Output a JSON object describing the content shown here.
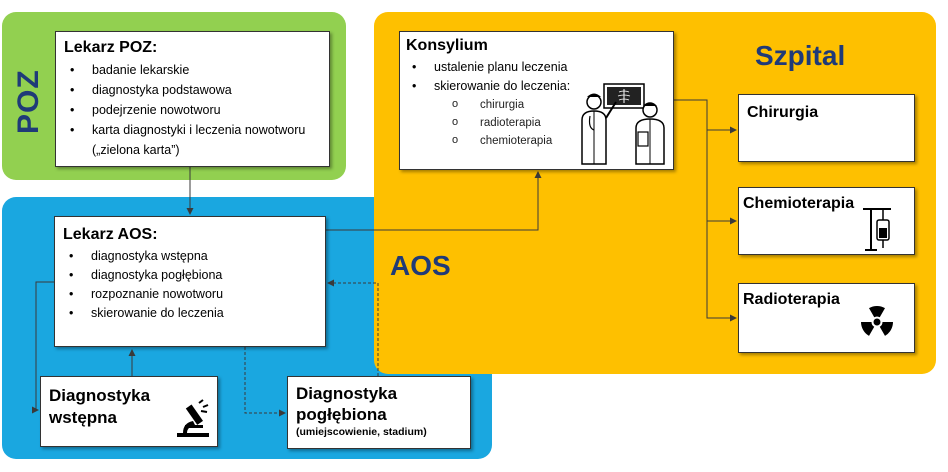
{
  "regions": {
    "poz": {
      "label": "POZ",
      "color": "#92d050"
    },
    "aos": {
      "label": "AOS",
      "color": "#1aa7e0"
    },
    "szpital": {
      "label": "Szpital",
      "color": "#fec000"
    }
  },
  "boxes": {
    "lekarz_poz": {
      "title": "Lekarz POZ:",
      "items": [
        "badanie lekarskie",
        "diagnostyka podstawowa",
        "podejrzenie nowotworu",
        "karta diagnostyki i leczenia nowotworu („zielona karta”)"
      ]
    },
    "lekarz_aos": {
      "title": "Lekarz AOS:",
      "items": [
        "diagnostyka wstępna",
        "diagnostyka pogłębiona",
        "rozpoznanie  nowotworu",
        "skierowanie do leczenia"
      ]
    },
    "diagnostyka_wstepna": {
      "title_line1": "Diagnostyka",
      "title_line2": "wstępna"
    },
    "diagnostyka_poglebiona": {
      "title_line1": "Diagnostyka",
      "title_line2": "pogłębiona",
      "note": "(umiejscowienie, stadium)"
    },
    "konsylium": {
      "title": "Konsylium",
      "items": [
        "ustalenie planu leczenia",
        "skierowanie do leczenia:"
      ],
      "sub_items": [
        "chirurgia",
        "radioterapia",
        "chemioterapia"
      ]
    },
    "chirurgia": {
      "title": "Chirurgia"
    },
    "chemioterapia": {
      "title": "Chemioterapia"
    },
    "radioterapia": {
      "title": "Radioterapia"
    }
  },
  "icons": {
    "diagnostyka_wstepna": "microscope-icon",
    "konsylium": "doctors-xray-icon",
    "chemioterapia": "iv-drip-icon",
    "radioterapia": "radiation-icon"
  },
  "colors": {
    "text_title": "#1f3a78",
    "arrow": "#3a3a3a"
  }
}
